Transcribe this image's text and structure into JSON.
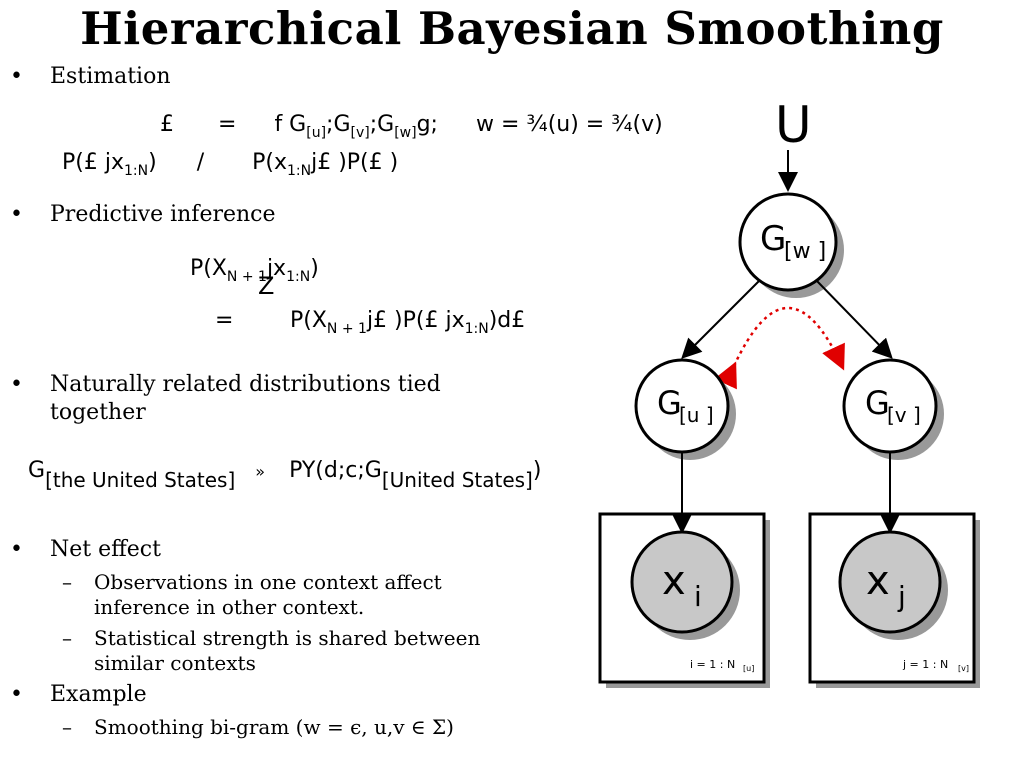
{
  "title": "Hierarchical Bayesian Smoothing",
  "bullets": {
    "estimation": "Estimation",
    "predictive": "Predictive inference",
    "naturally_line1": "Naturally related distributions tied",
    "naturally_line2": "together",
    "net_effect": "Net effect",
    "example": "Example"
  },
  "subbullets": {
    "obs_line1": "Observations in one context affect",
    "obs_line2": "inference in other context.",
    "stat_line1": "Statistical strength is shared between",
    "stat_line2": "similar contexts",
    "smoothing": "Smoothing bi-gram (w = ϵ, u,v ∈ Σ)"
  },
  "math": {
    "est1_lhs": "£",
    "est1_eq": "=",
    "est1_rhs_f": "f G",
    "est1_u": "[u]",
    "est1_semi1": ";G",
    "est1_v": "[v]",
    "est1_semi2": ";G",
    "est1_w": "[w]",
    "est1_g": "g;",
    "est1_w_eq": "w = ¾(u) = ¾(v)",
    "est2_lhs": "P(£ jx",
    "est2_lhs_sub": "1:N",
    "est2_lhs_end": ")",
    "est2_prop": "/",
    "est2_rhs": "P(x",
    "est2_rhs_sub": "1:N",
    "est2_rhs_end": "j£ )P(£ )",
    "pred1": "P(X",
    "pred1_sub": "N + 1",
    "pred1_mid": "jx",
    "pred1_sub2": "1:N",
    "pred1_end": ")",
    "pred_int": "Z",
    "pred2_eq": "=",
    "pred2": "P(X",
    "pred2_sub": "N + 1",
    "pred2_mid": "j£ )P(£ jx",
    "pred2_sub2": "1:N",
    "pred2_end": ")d£",
    "tie_g": "G",
    "tie_sub1": "[the United States]",
    "tie_sim": "»",
    "tie_py": "PY(d;c;G",
    "tie_sub2": "[United States]",
    "tie_end": ")"
  },
  "diagram": {
    "u_label": "U",
    "gw": "G",
    "gw_sub": "[w ]",
    "gu": "G",
    "gu_sub": "[u ]",
    "gv": "G",
    "gv_sub": "[v ]",
    "xi": "x",
    "xi_sub": "i",
    "xj": "x",
    "xj_sub": "j",
    "plate_left": "i = 1 : N",
    "plate_left_sub": "[u]",
    "plate_right": "j = 1 : N",
    "plate_right_sub": "[v]",
    "tie_arrow_color": "#e00000"
  }
}
